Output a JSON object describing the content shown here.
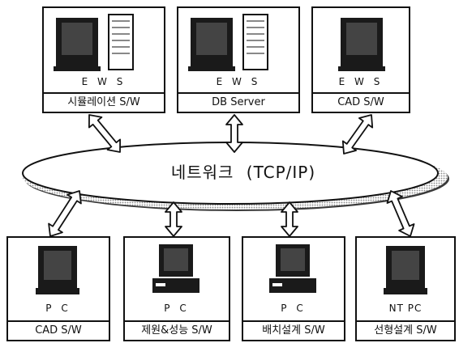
{
  "network": {
    "name": "네트워크",
    "protocol": "(TCP/IP)"
  },
  "servers": [
    {
      "type": "E W S",
      "label": "시뮬레이션 S/W",
      "icon": "workstation-with-tower-icon"
    },
    {
      "type": "E W S",
      "label": "DB Server",
      "icon": "workstation-with-tower-icon"
    },
    {
      "type": "E W S",
      "label": "CAD S/W",
      "icon": "workstation-icon"
    }
  ],
  "clients": [
    {
      "type": "P C",
      "label": "CAD S/W",
      "icon": "pc-monitor-icon"
    },
    {
      "type": "P C",
      "label": "제원&성능 S/W",
      "icon": "pc-desktop-icon"
    },
    {
      "type": "P C",
      "label": "배치설계 S/W",
      "icon": "pc-desktop-icon"
    },
    {
      "type": "NT PC",
      "label": "선형설계 S/W",
      "icon": "pc-monitor-icon"
    }
  ],
  "colors": {
    "line": "#111111",
    "shadow": "#9a9a9a",
    "screen": "#1a1a1a"
  }
}
